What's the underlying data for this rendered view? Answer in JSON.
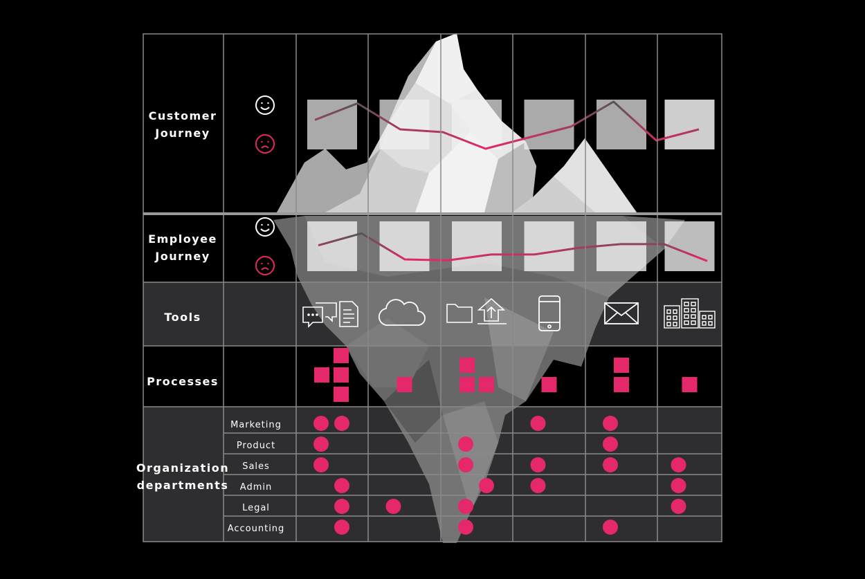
{
  "rows": {
    "customer": [
      "Customer",
      "Journey"
    ],
    "employee": [
      "Employee",
      "Journey"
    ],
    "tools": "Tools",
    "processes": "Processes",
    "organization": [
      "Organization",
      "departments"
    ]
  },
  "departments": [
    "Marketing",
    "Product",
    "Sales",
    "Admin",
    "Legal",
    "Accounting"
  ],
  "icons": {
    "happy": "smiley-face-icon",
    "sad": "sad-face-icon",
    "tools": [
      "chat-bubbles-icon",
      "cloud-icon",
      "folder-upload-icon",
      "smartphone-icon",
      "envelope-icon",
      "office-buildings-icon"
    ]
  },
  "colors": {
    "background": "#000000",
    "panel": "#2e2e30",
    "grid": "#8a8a8a",
    "accent": "#e5276c",
    "iceberg": "#d9d9d9"
  },
  "customer_journey_values": [
    0.62,
    0.92,
    0.45,
    0.4,
    0.1,
    0.3,
    0.5,
    0.95,
    0.25,
    0.45
  ],
  "employee_journey_values": [
    0.58,
    0.95,
    0.15,
    0.12,
    0.3,
    0.3,
    0.5,
    0.62,
    0.62,
    0.1
  ],
  "process_squares": [
    [
      [
        0,
        1
      ],
      [
        1,
        0
      ],
      [
        1,
        1
      ],
      [
        1,
        2
      ]
    ],
    [
      [
        0,
        1
      ]
    ],
    [
      [
        0,
        0
      ],
      [
        0,
        1
      ],
      [
        1,
        1
      ]
    ],
    [
      [
        0,
        1
      ]
    ],
    [
      [
        0,
        0
      ],
      [
        0,
        1
      ]
    ],
    [
      [
        0,
        1
      ]
    ]
  ],
  "department_dots": {
    "Marketing": [
      [
        0,
        0
      ],
      [
        0,
        1
      ],
      [
        3,
        0
      ],
      [
        4,
        0
      ]
    ],
    "Product": [
      [
        0,
        0
      ],
      [
        2,
        0
      ],
      [
        4,
        0
      ]
    ],
    "Sales": [
      [
        0,
        0
      ],
      [
        2,
        0
      ],
      [
        3,
        0
      ],
      [
        4,
        0
      ],
      [
        5,
        0
      ]
    ],
    "Admin": [
      [
        0,
        1
      ],
      [
        2,
        1
      ],
      [
        3,
        0
      ],
      [
        5,
        0
      ]
    ],
    "Legal": [
      [
        0,
        1
      ],
      [
        1,
        0
      ],
      [
        2,
        0
      ],
      [
        5,
        0
      ]
    ],
    "Accounting": [
      [
        0,
        1
      ],
      [
        2,
        0
      ],
      [
        4,
        0
      ]
    ]
  }
}
